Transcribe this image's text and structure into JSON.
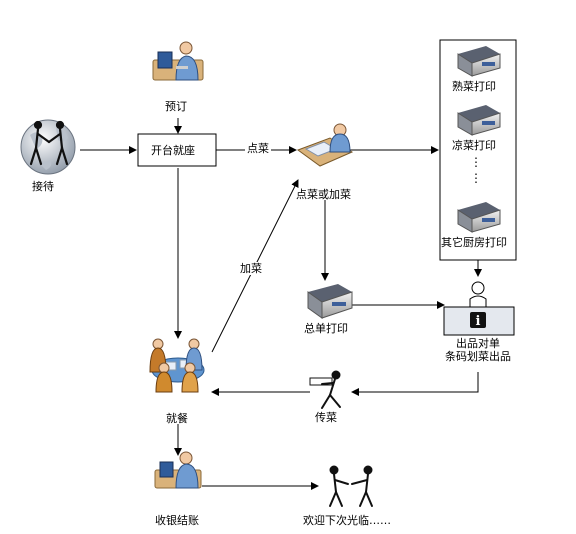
{
  "nodes": {
    "reception": "接待",
    "booking": "预订",
    "open_table": "开台就座",
    "order": "点菜或加菜",
    "hot_print": "熟菜打印",
    "cold_print": "凉菜打印",
    "other_print": "其它厨房打印",
    "total_print": "总单打印",
    "dispatch": "出品对单\n条码划菜出品",
    "dining": "就餐",
    "serve": "传菜",
    "checkout": "收银结账",
    "farewell": "欢迎下次光临……"
  },
  "edges": {
    "order_label": "点菜",
    "add_label": "加菜"
  },
  "printer_dots": "⋮\n⋮"
}
